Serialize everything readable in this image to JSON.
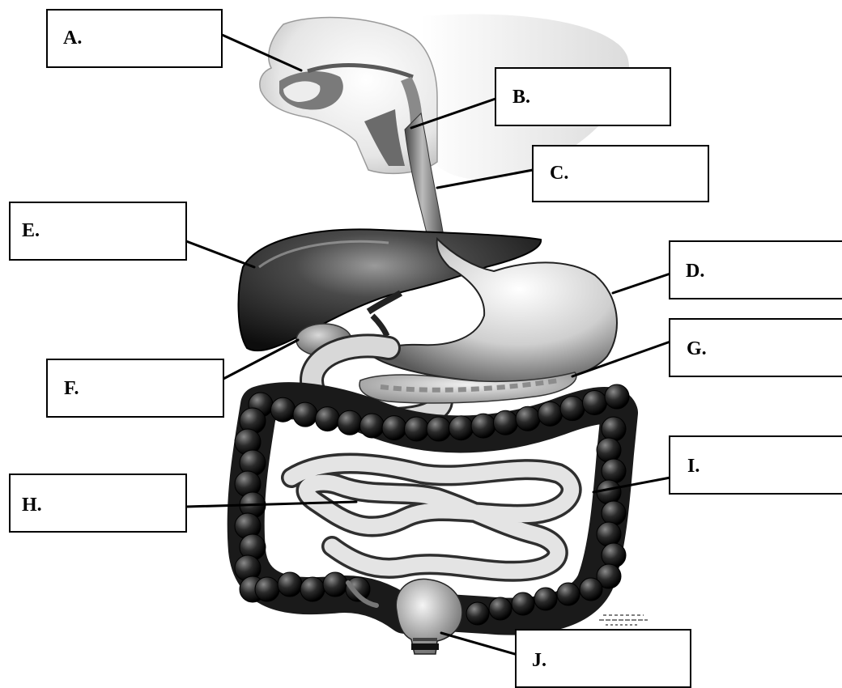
{
  "labels": {
    "a": "A.",
    "b": "B.",
    "c": "C.",
    "d": "D.",
    "e": "E.",
    "f": "F.",
    "g": "G.",
    "h": "H.",
    "i": "I.",
    "j": "J."
  }
}
